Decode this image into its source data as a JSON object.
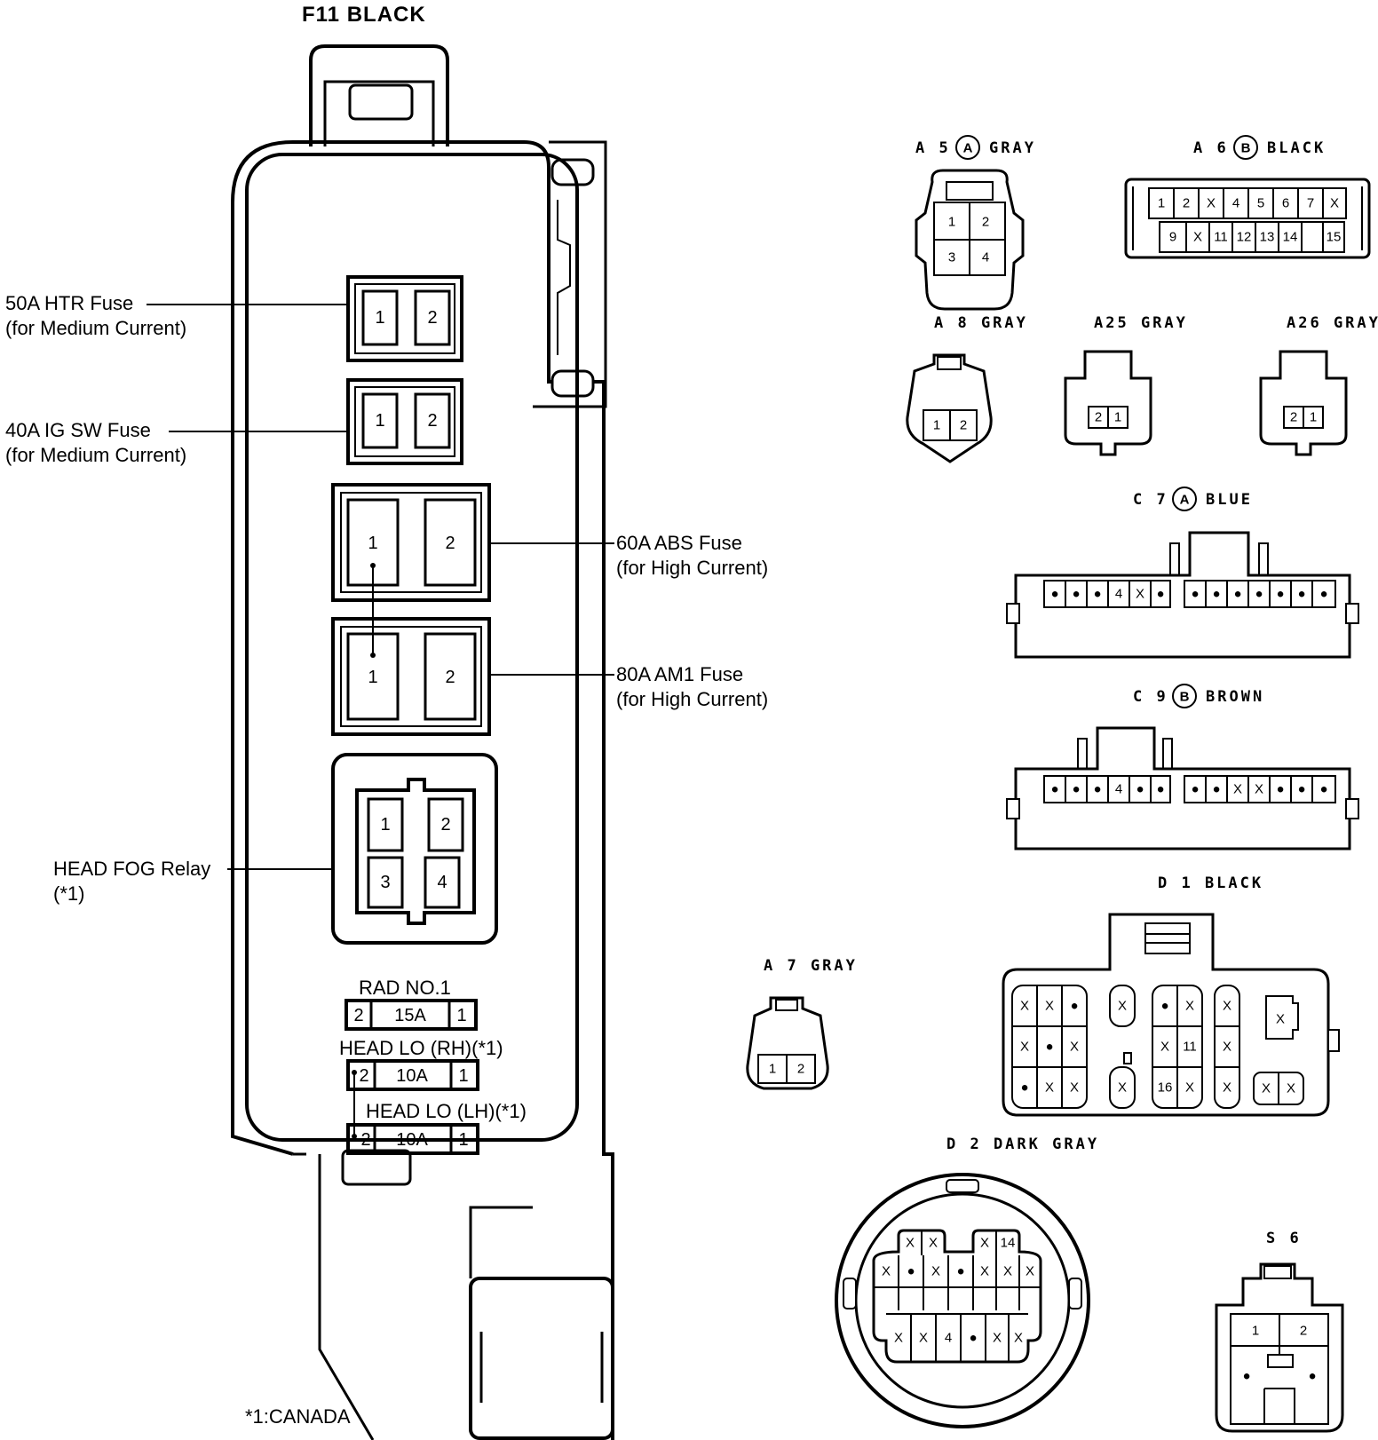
{
  "fuse_box": {
    "title": "F11  BLACK",
    "htr_label": "50A HTR Fuse",
    "htr_sub": "(for Medium Current)",
    "igsw_label": "40A IG SW Fuse",
    "igsw_sub": "(for Medium Current)",
    "abs_label": "60A ABS Fuse",
    "abs_sub": "(for High Current)",
    "am1_label": "80A AM1 Fuse",
    "am1_sub": "(for High Current)",
    "fog_label": "HEAD FOG Relay",
    "fog_sub": "(*1)",
    "rad_label": "RAD NO.1",
    "rad_amp": "15A",
    "lo_rh_label": "HEAD LO (RH)(*1)",
    "lo_rh_amp": "10A",
    "lo_lh_label": "HEAD LO (LH)(*1)",
    "lo_lh_amp": "10A",
    "footnote": "*1:CANADA",
    "pin_1": "1",
    "pin_2": "2",
    "pin_3": "3",
    "pin_4": "4"
  },
  "connectors": {
    "a5": {
      "pre": "A 5",
      "circ": "A",
      "color": "GRAY"
    },
    "a6": {
      "pre": "A 6",
      "circ": "B",
      "color": "BLACK"
    },
    "a8": {
      "label": "A 8  GRAY"
    },
    "a25": {
      "label": "A25  GRAY"
    },
    "a26": {
      "label": "A26  GRAY"
    },
    "c7": {
      "pre": "C 7",
      "circ": "A",
      "color": "BLUE"
    },
    "c9": {
      "pre": "C 9",
      "circ": "B",
      "color": "BROWN"
    },
    "d1": {
      "label": "D 1  BLACK"
    },
    "a7": {
      "label": "A 7  GRAY"
    },
    "d2": {
      "label": "D 2  DARK GRAY"
    },
    "s6": {
      "label": "S 6"
    }
  },
  "pin_glyphs": {
    "x": "X",
    "dot": "●",
    "n11": "11",
    "n12": "12",
    "n13": "13",
    "n14": "14",
    "n15": "15",
    "n16": "16",
    "n5": "5",
    "n6": "6",
    "n7": "7",
    "n9": "9"
  }
}
